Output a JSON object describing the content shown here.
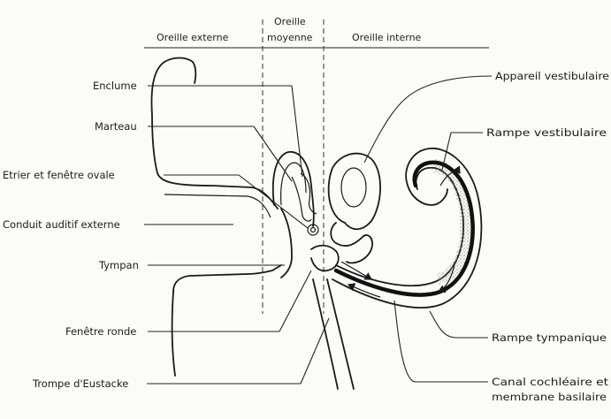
{
  "headers": {
    "outer_ear": "Oreille externe",
    "middle_ear_line1": "Oreille",
    "middle_ear_line2": "moyenne",
    "inner_ear": "Oreille interne"
  },
  "labels": {
    "enclume": "Enclume",
    "marteau": "Marteau",
    "etrier": "Etrier et fenêtre ovale",
    "conduit": "Conduit auditif externe",
    "tympan": "Tympan",
    "fenetre_ronde": "Fenêtre ronde",
    "trompe": "Trompe d'Eustacke",
    "appareil_vestibulaire": "Appareil vestibulaire",
    "rampe_vestibulaire": "Rampe vestibulaire",
    "rampe_tympanique": "Rampe tympanique",
    "canal_line1": "Canal cochléaire et",
    "canal_line2": "membrane basilaire"
  },
  "colors": {
    "ink": "#1a1a1a",
    "paper": "#fbfbf8",
    "stipple": "#9a9a9a"
  }
}
